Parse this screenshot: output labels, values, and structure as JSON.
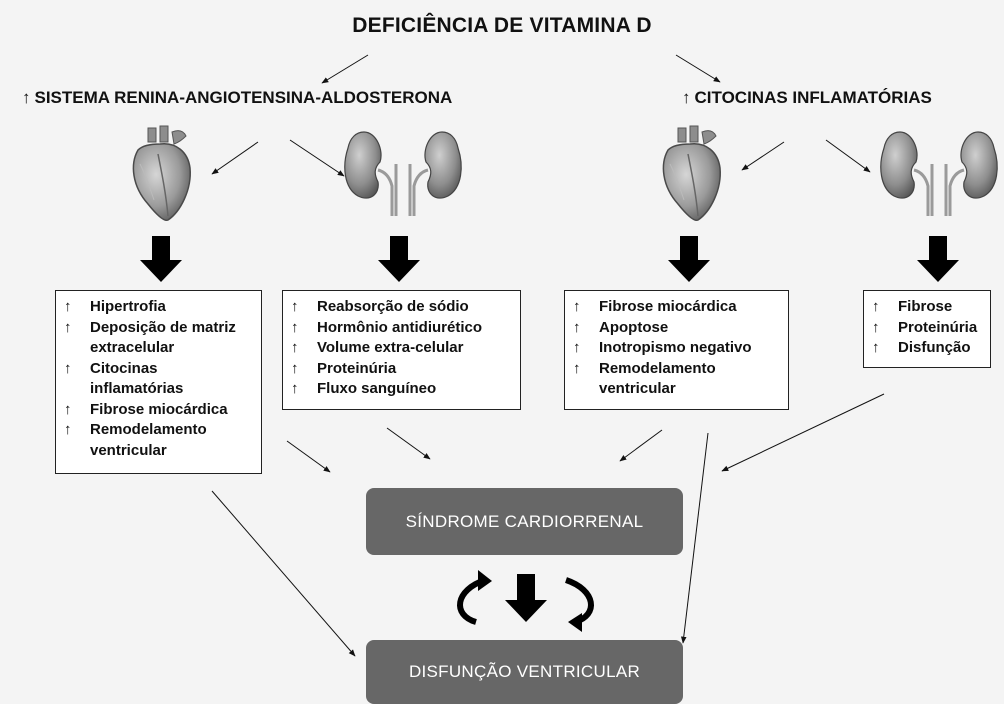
{
  "title": "DEFICIÊNCIA DE VITAMINA D",
  "up_arrow": "↑",
  "branches": {
    "left": "SISTEMA RENINA-ANGIOTENSINA-ALDOSTERONA",
    "right": "CITOCINAS INFLAMATÓRIAS"
  },
  "boxes": {
    "raas_heart": [
      "Hipertrofia",
      "Deposição de matriz extracelular",
      "Citocinas inflamatórias",
      "Fibrose miocárdica",
      "Remodelamento ventricular"
    ],
    "raas_kidney": [
      "Reabsorção de sódio",
      "Hormônio antidiurético",
      "Volume extra-celular",
      "Proteinúria",
      "Fluxo sanguíneo"
    ],
    "cyto_heart": [
      "Fibrose miocárdica",
      "Apoptose",
      "Inotropismo negativo",
      "Remodelamento ventricular"
    ],
    "cyto_kidney": [
      "Fibrose",
      "Proteinúria",
      "Disfunção"
    ]
  },
  "outcomes": {
    "syndrome": "SÍNDROME CARDIORRENAL",
    "dysfunction": "DISFUNÇÃO VENTRICULAR"
  },
  "icons": [
    "heart-icon",
    "kidneys-icon",
    "down-arrow-icon",
    "cycle-arrow-icon"
  ],
  "colors": {
    "background": "#f4f4f4",
    "outcome_box": "#676767",
    "organ": "#8a8a8a",
    "arrow": "#000000"
  }
}
